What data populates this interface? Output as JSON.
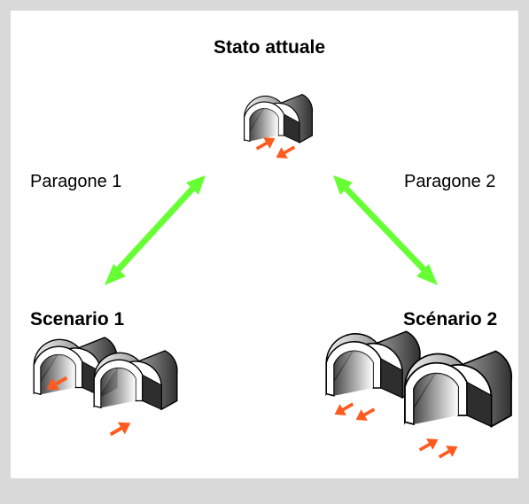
{
  "labels": {
    "current": "Stato attuale",
    "compare_left": "Paragone 1",
    "compare_right": "Paragone 2",
    "scenario_left": "Scenario  1",
    "scenario_right": "Scénario 2"
  },
  "colors": {
    "background": "#d9d9d9",
    "panel": "#ffffff",
    "comparison_arrow": "#66ff33",
    "traffic_arrow": "#ff5a1f",
    "tunnel_shade_dark": "#3d3d3d",
    "tunnel_shade_light": "#f2f2f2"
  },
  "icons": {
    "tunnel": "tunnel-icon",
    "comparison_arrow": "double-headed-arrow",
    "traffic_direction": "traffic-arrow"
  }
}
